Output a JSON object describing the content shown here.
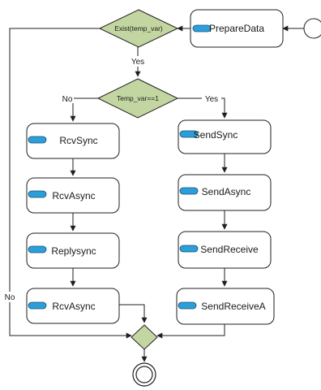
{
  "nodes": {
    "prepare_data": "PrepareData",
    "decision_exist": "Exist(temp_var)",
    "decision_temp": "Temp_var==1",
    "rcv_sync": "RcvSync",
    "rcv_async_1": "RcvAsync",
    "reply_sync": "Replysync",
    "rcv_async_2": "RcvAsync",
    "send_sync": "SendSync",
    "send_async": "SendAsync",
    "send_receive": "SendReceive",
    "send_receive_a": "SendReceiveA"
  },
  "edges": {
    "exist_yes": "Yes",
    "exist_no": "No",
    "temp_no": "No",
    "temp_yes": "Yes"
  },
  "icons": {
    "action": "capsule-icon",
    "initial": "initial-node-icon",
    "final": "final-node-icon"
  },
  "colors": {
    "decision_fill": "#c3d6a1",
    "action_icon": "#2b9fd9",
    "stroke": "#1f1f1f"
  }
}
